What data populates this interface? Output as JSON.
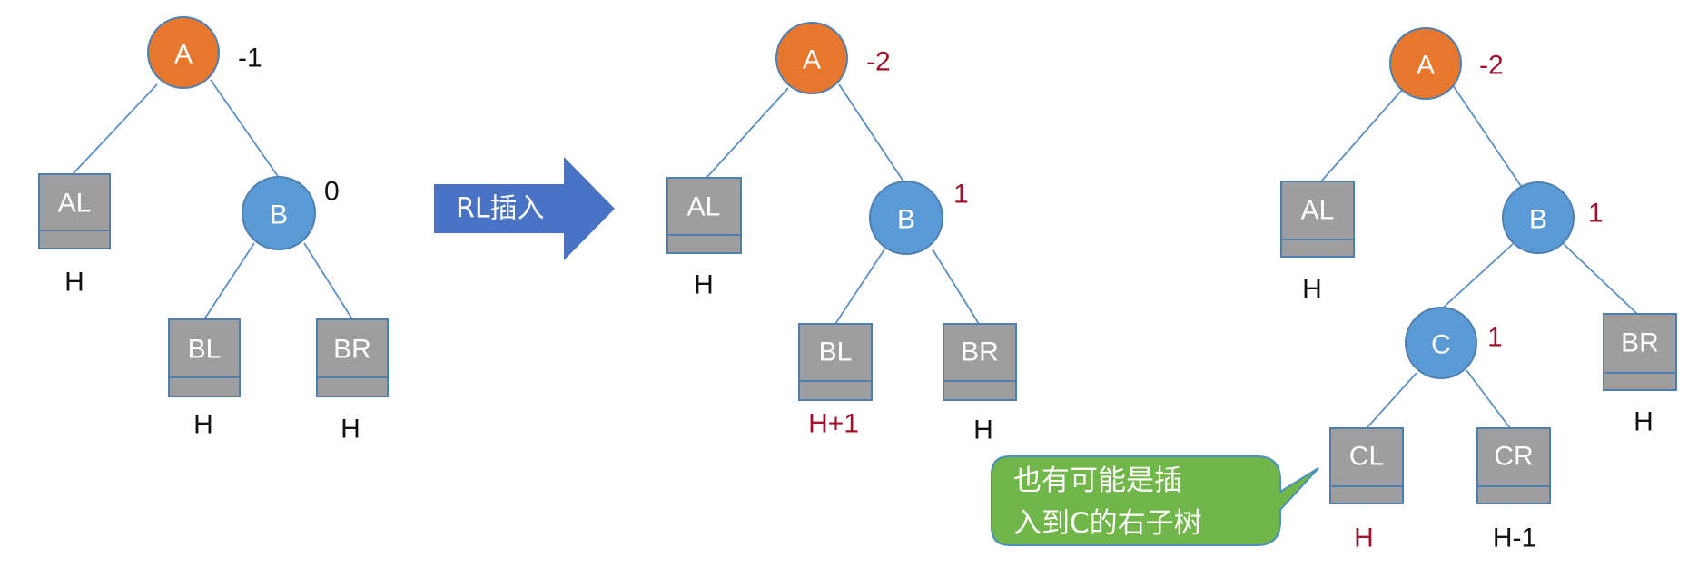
{
  "tree1": {
    "node_a": "A",
    "bf_a": "-1",
    "node_b": "B",
    "bf_b": "0",
    "box_al": "AL",
    "h_al": "H",
    "box_bl": "BL",
    "h_bl": "H",
    "box_br": "BR",
    "h_br": "H"
  },
  "arrow": {
    "label": "RL插入"
  },
  "tree2": {
    "node_a": "A",
    "bf_a": "-2",
    "node_b": "B",
    "bf_b": "1",
    "box_al": "AL",
    "h_al": "H",
    "box_bl": "BL",
    "h_bl": "H+1",
    "box_br": "BR",
    "h_br": "H"
  },
  "tree3": {
    "node_a": "A",
    "bf_a": "-2",
    "node_b": "B",
    "bf_b": "1",
    "node_c": "C",
    "bf_c": "1",
    "box_al": "AL",
    "h_al": "H",
    "box_br": "BR",
    "h_br": "H",
    "box_cl": "CL",
    "h_cl": "H",
    "box_cr": "CR",
    "h_cr": "H-1"
  },
  "callout": {
    "line1": "也有可能是插",
    "line2": "入到C的右子树"
  },
  "colors": {
    "orange_node": "#e8772e",
    "blue_node": "#5b9bd5",
    "grey_box": "#9e9e9e",
    "outline": "#4f7fb0",
    "red_text": "#a0112b",
    "arrow": "#4a72c4",
    "callout": "#70b648"
  }
}
